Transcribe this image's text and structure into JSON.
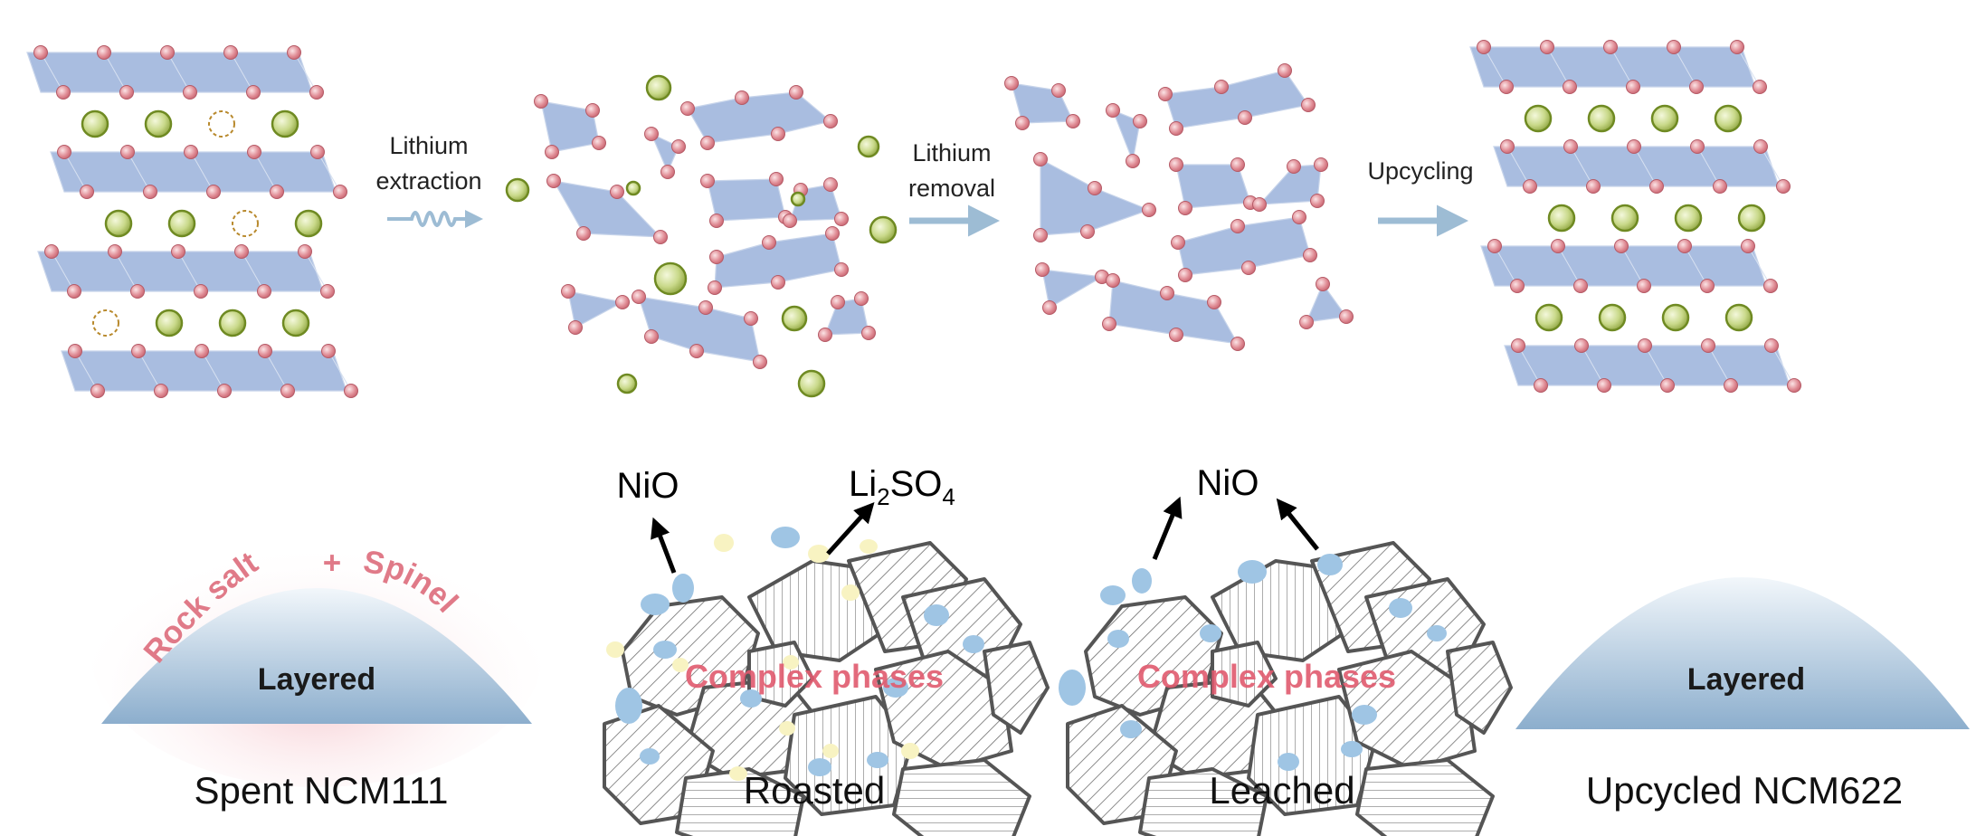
{
  "arrows": [
    {
      "text": "Lithium\nextraction"
    },
    {
      "text": "Lithium\nremoval"
    },
    {
      "text": "Upcycling"
    }
  ],
  "bottom_labels": {
    "rock_salt": "Rock salt",
    "plus": "+",
    "spinel": "Spinel",
    "layered_left": "Layered",
    "layered_right": "Layered",
    "complex_phases_1": "Complex phases",
    "complex_phases_2": "Complex phases",
    "nio_roasted": "NiO",
    "li2so4_main": "Li",
    "li2so4_sub1": "2",
    "li2so4_mid": "SO",
    "li2so4_sub2": "4",
    "nio_leached": "NiO"
  },
  "captions": {
    "spent": "Spent NCM111",
    "roasted": "Roasted",
    "leached": "Leached",
    "upcycled": "Upcycled NCM622"
  },
  "colors": {
    "slab": "#a9bde0",
    "oxygen": "#d97a84",
    "lithium": "#9cb43e",
    "arrow": "#9dbcd4",
    "particle_stroke": "#555555",
    "nio": "#9fc5e4",
    "li2so4": "#f8f3c2",
    "dome_top": "#e8f1f8",
    "dome_bottom": "#8fb1d0",
    "phase_label": "#e05a6e"
  }
}
